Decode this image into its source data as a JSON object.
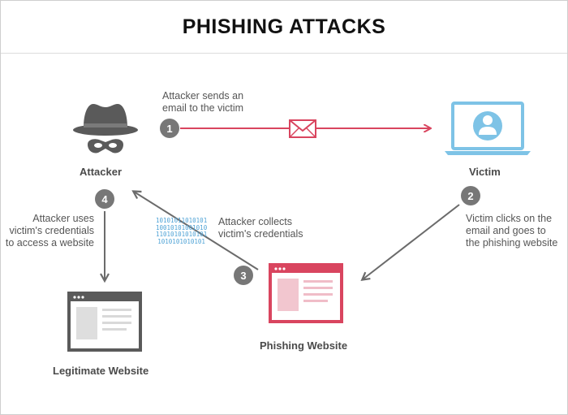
{
  "title": "PHISHING ATTACKS",
  "nodes": {
    "attacker": "Attacker",
    "victim": "Victim",
    "phishing_website": "Phishing Website",
    "legitimate_website": "Legitimate Website"
  },
  "steps": [
    {
      "number": "1",
      "lines": [
        "Attacker sends an",
        "email to the victim"
      ]
    },
    {
      "number": "2",
      "lines": [
        "Victim clicks on the",
        "email and goes to",
        "the phishing website"
      ]
    },
    {
      "number": "3",
      "lines": [
        "Attacker collects",
        "victim's credentials"
      ]
    },
    {
      "number": "4",
      "lines": [
        "Attacker uses",
        "victim's credentials",
        "to access a website"
      ]
    }
  ],
  "binary_lines": [
    "10101011010101",
    "10010101001010",
    "11010101010101",
    "1010101010101"
  ],
  "colors": {
    "accent_red": "#d9455f",
    "arrow_gray": "#6b6b6b",
    "badge_gray": "#777777",
    "icon_dark": "#5a5a5a",
    "victim_blue": "#7ec3e6",
    "binary_blue": "#4fa3d6"
  },
  "icons": [
    "spy-hat-icon",
    "laptop-user-icon",
    "envelope-icon",
    "browser-window-icon"
  ]
}
